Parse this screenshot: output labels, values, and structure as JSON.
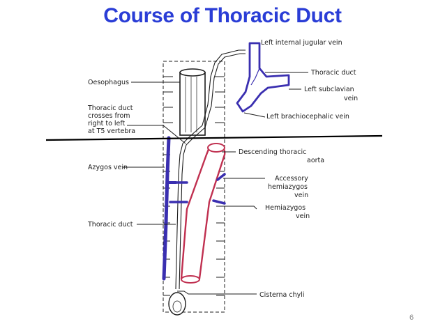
{
  "title": "Course of Thoracic Duct",
  "page_number": "6",
  "colors": {
    "title": "#2a3dd6",
    "vein": "#3a2fb0",
    "aorta": "#c03050",
    "line": "#1c1c1c"
  },
  "labels": {
    "left_internal_jugular_vein": "Left internal jugular vein",
    "oesophagus": "Oesophagus",
    "thoracic_duct_top": "Thoracic duct",
    "left_subclavian_1": "Left  subclavian",
    "left_subclavian_2": "vein",
    "left_brachiocephalic_vein": "Left brachiocephalic vein",
    "crosses_1": "Thoracic duct",
    "crosses_2": "crosses from",
    "crosses_3": "right to left",
    "crosses_4": "at T5 vertebra",
    "azygos_vein": "Azygos  vein",
    "descending_aorta_1": "Descending thoracic",
    "descending_aorta_2": "aorta",
    "accessory_1": "Accessory",
    "accessory_2": "hemiazygos",
    "accessory_3": "vein",
    "hemiazygos_1": "Hemiazygos",
    "hemiazygos_2": "vein",
    "thoracic_duct_bottom": "Thoracic duct",
    "cisterna_chyli": "Cisterna chyli"
  }
}
